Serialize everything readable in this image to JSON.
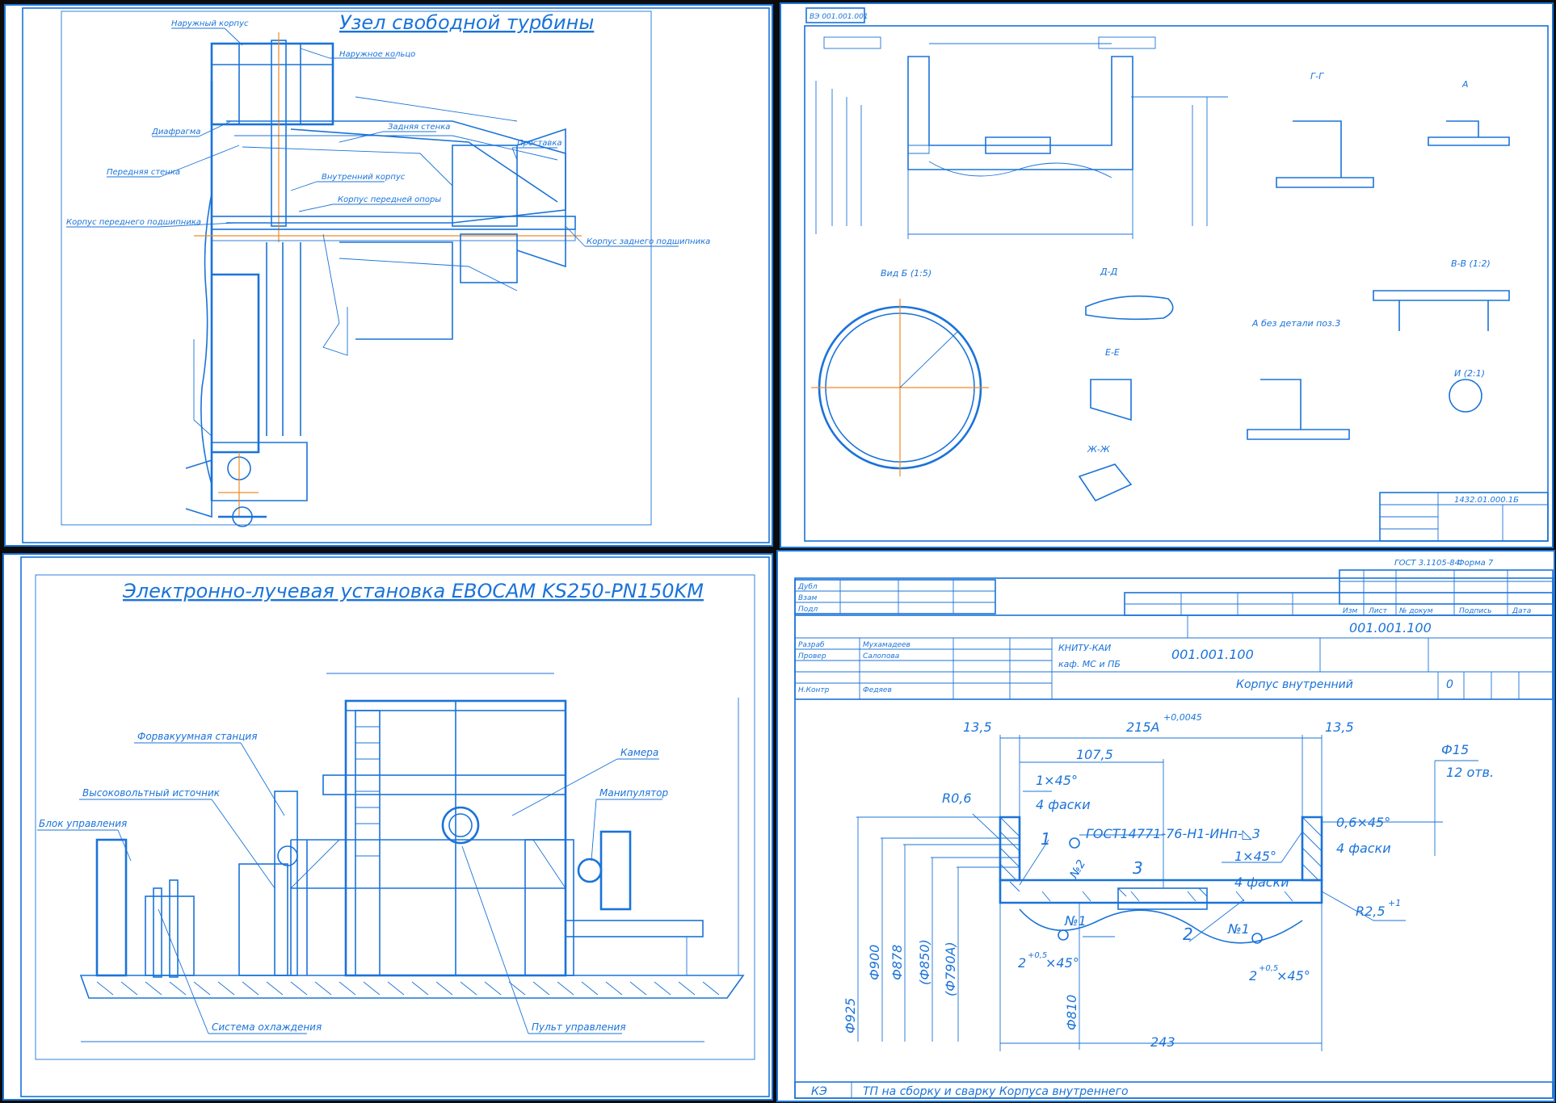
{
  "panels": {
    "turbine": {
      "title": "Узел свободной турбины",
      "labels": [
        "Наружный корпус",
        "Наружное кольцо",
        "Диафрагма",
        "Передняя стенка",
        "Задняя стенка",
        "Проставка",
        "Внутренний корпус",
        "Корпус передней опоры",
        "Корпус переднего подшипника",
        "Корпус заднего подшипника"
      ]
    },
    "detail": {
      "stamp": "ВЭ 001.001.001",
      "views": [
        "Г-Г",
        "А",
        "Вид Б (1:5)",
        "Д-Д",
        "Е-Е",
        "А  без детали поз.3",
        "В-В (1:2)",
        "И (2:1)",
        "Ж-Ж"
      ],
      "code": "1432.01.000.1Б"
    },
    "ebeam": {
      "title": "Электронно-лучевая установка EBOCAM KS250-PN150KM",
      "labels": [
        "Форвакуумная станция",
        "Высоковольтный источник",
        "Блок управления",
        "Камера",
        "Манипулятор",
        "Система охлаждения",
        "Пульт управления"
      ]
    },
    "process": {
      "gost": "ГОСТ 3.1105-84",
      "form": "Форма 7",
      "side_labels": [
        "Дубл",
        "Взам",
        "Подл"
      ],
      "header_cells": [
        "Изм",
        "Лист",
        "№ докум",
        "Подпись",
        "Дата"
      ],
      "doc_number": "001.001.100",
      "roles": [
        {
          "role": "Разраб",
          "name": "Мухамадеев"
        },
        {
          "role": "Провер",
          "name": "Салопова"
        },
        {
          "role": "Н.Контр",
          "name": "Федяев"
        }
      ],
      "org": "КНИТУ-КАИ",
      "dept": "каф. МС и ПБ",
      "part_name": "Корпус внутренний",
      "sheet_mark": "0",
      "dims": {
        "d1": "13,5",
        "d2": "215А",
        "tol1": "+0,0045",
        "d3": "107,5",
        "chamfer1": "1×45°",
        "chamfers4": "4 фаски",
        "r06": "R0,6",
        "gost_weld": "ГОСТ14771-76-Н1-ИНп-◺3",
        "pos1": "1",
        "pos2": "2",
        "pos3": "3",
        "no1": "№1",
        "no2": "№2",
        "hole": "Ф15",
        "holes12": "12 отв.",
        "ch2": "0,6×45°",
        "r25": "R2,5",
        "tol2": "+1",
        "ch3": "2",
        "tol3": "+0,5",
        "ch3b": "×45°",
        "d925": "Ф925",
        "d900": "Ф900",
        "d878": "Ф878",
        "d850": "(Ф850)",
        "d790": "(Ф790А)",
        "d810": "Ф810",
        "d243": "243"
      },
      "footer_code": "КЭ",
      "footer_text": "ТП на сборку и сварку Корпуса внутреннего"
    }
  },
  "colors": {
    "line": "#1a73d9",
    "accent": "#f08a24",
    "background": "#ffffff",
    "frame": "#0c0c0c"
  }
}
